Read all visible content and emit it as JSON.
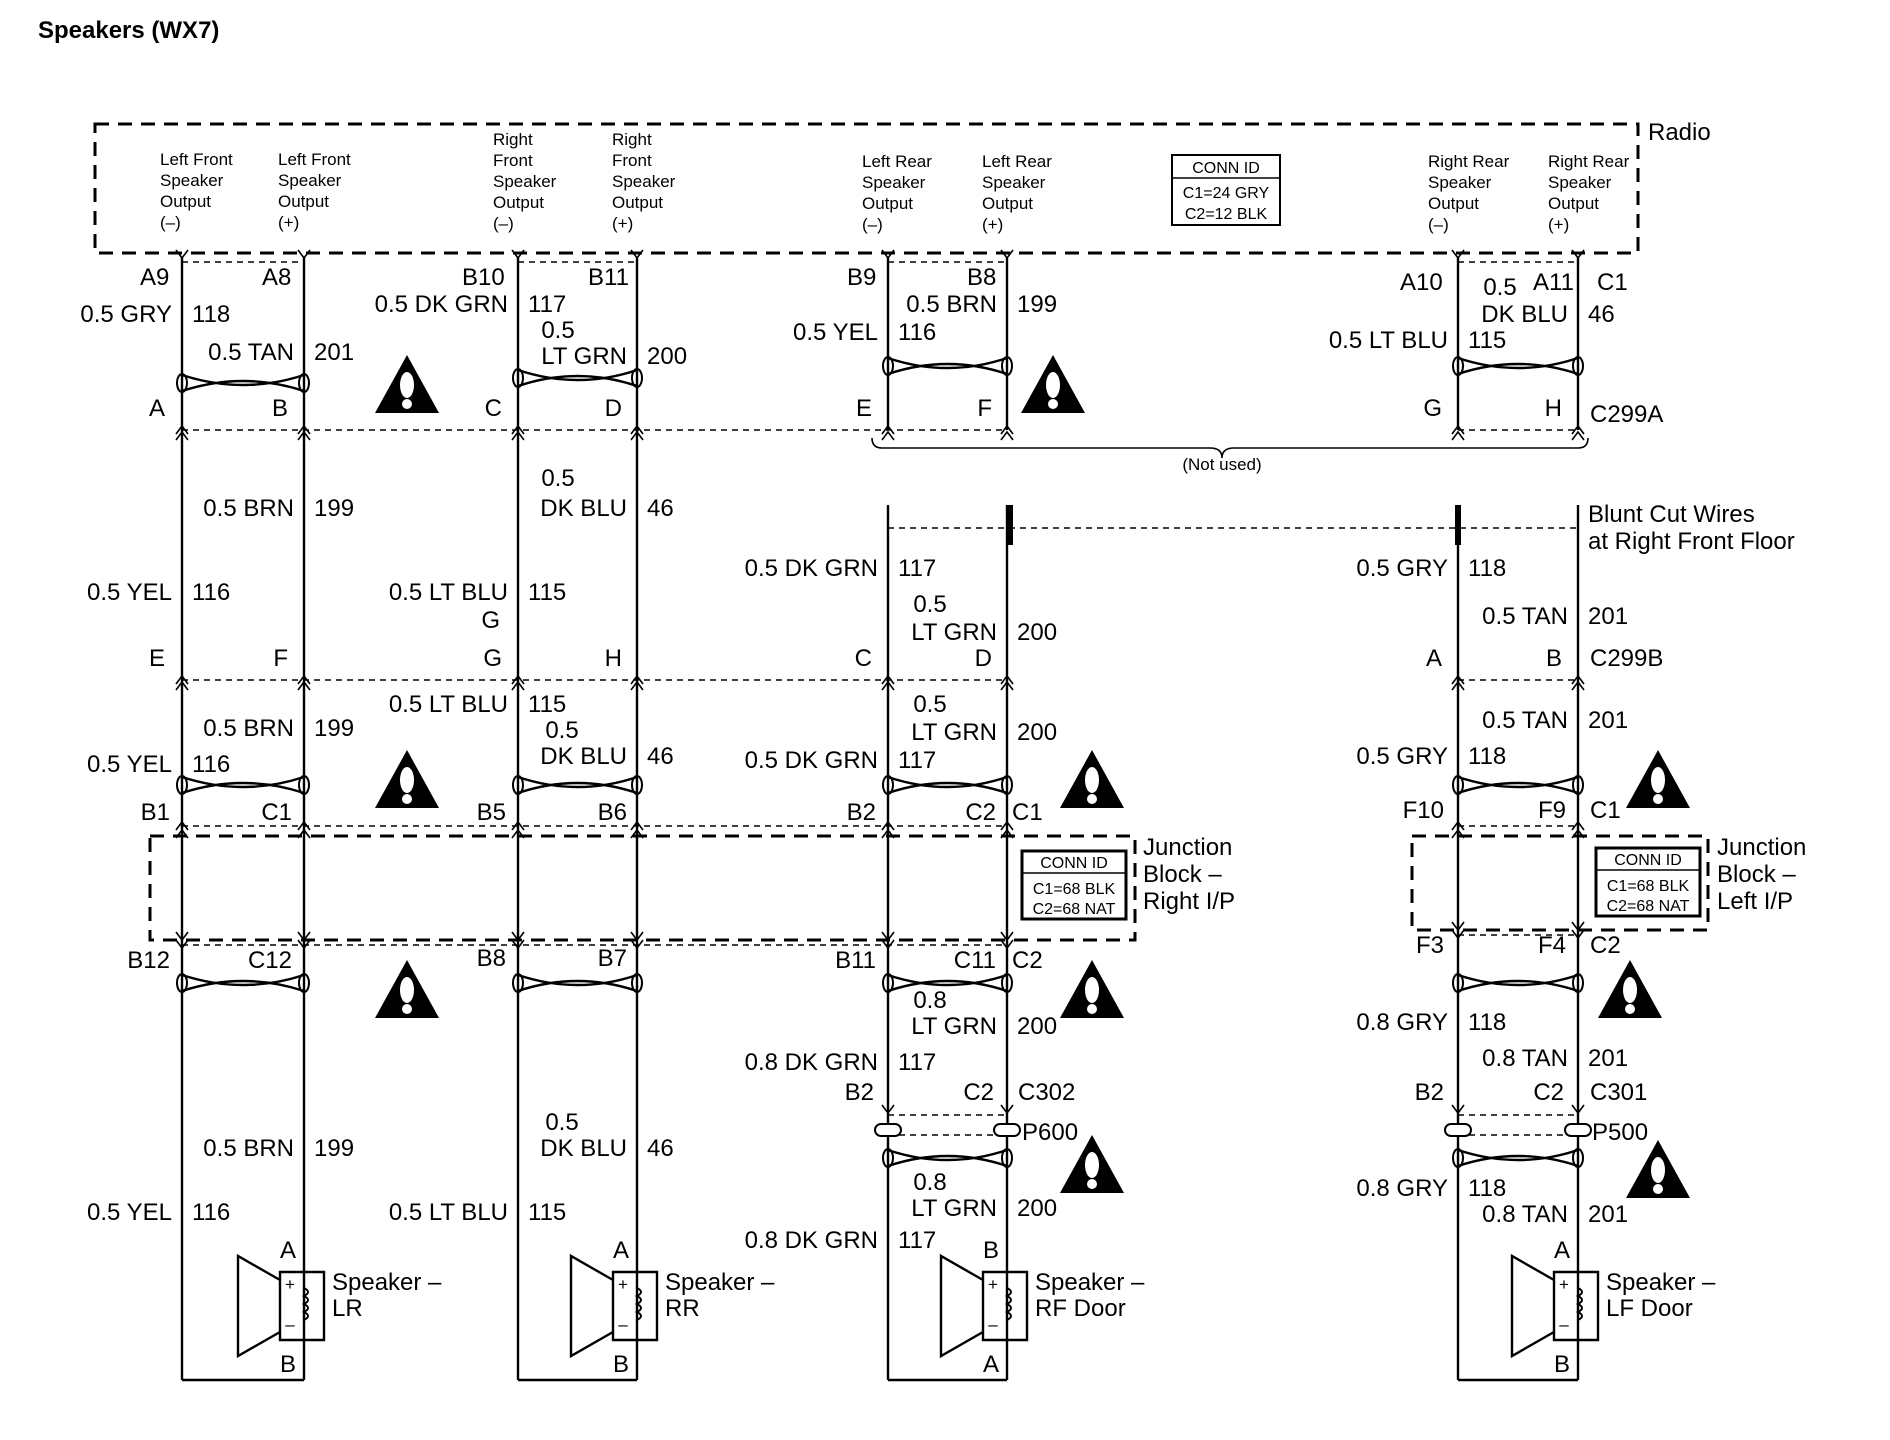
{
  "title": "Speakers (WX7)",
  "radio": {
    "label": "Radio",
    "outputs": [
      "Left Front Speaker Output (–)",
      "Left Front Speaker Output (+)",
      "Right Front Speaker Output (–)",
      "Right Front Speaker Output (+)",
      "Left Rear Speaker Output (–)",
      "Left Rear Speaker Output (+)",
      "Right Rear Speaker Output (–)",
      "Right Rear Speaker Output (+)"
    ],
    "conn_id": [
      "CONN ID",
      "C1=24 GRY",
      "C2=12 BLK"
    ]
  },
  "radio_pins": [
    "A9",
    "A8",
    "B10",
    "B11",
    "B9",
    "B8",
    "A10",
    "A11",
    "C1"
  ],
  "top_wires": [
    {
      "size": "0.5 GRY",
      "circuit": "118"
    },
    {
      "size": "0.5 TAN",
      "circuit": "201"
    },
    {
      "size": "0.5 DK GRN",
      "circuit": "117"
    },
    {
      "size": "0.5 LT GRN",
      "circuit": "200"
    },
    {
      "size": "0.5 YEL",
      "circuit": "116"
    },
    {
      "size": "0.5 BRN",
      "circuit": "199"
    },
    {
      "size": "0.5 LT BLU",
      "circuit": "115"
    },
    {
      "size": "0.5 DK BLU",
      "circuit": "46"
    }
  ],
  "c299a": {
    "label": "C299A",
    "pins": [
      "A",
      "B",
      "C",
      "D",
      "E",
      "F",
      "G",
      "H"
    ],
    "not_used": "(Not used)"
  },
  "mid_wires": [
    {
      "size": "0.5 BRN",
      "circuit": "199"
    },
    {
      "size": "0.5 DK BLU",
      "circuit": "46"
    },
    {
      "size": "0.5 YEL",
      "circuit": "116"
    },
    {
      "size": "0.5 LT BLU",
      "circuit": "115"
    },
    {
      "size": "0.5 DK GRN",
      "circuit": "117"
    },
    {
      "size": "0.5 LT GRN",
      "circuit": "200"
    },
    {
      "size": "0.5 GRY",
      "circuit": "118"
    },
    {
      "size": "0.5 TAN",
      "circuit": "201"
    }
  ],
  "blunt_cut": "Blunt Cut Wires at Right Front Floor",
  "c299b": {
    "label": "C299B",
    "pins": [
      "E",
      "F",
      "G",
      "H",
      "C",
      "D",
      "A",
      "B"
    ]
  },
  "jb_upper_wires": [
    {
      "size": "0.5 BRN",
      "circuit": "199"
    },
    {
      "size": "0.5 YEL",
      "circuit": "116"
    },
    {
      "size": "0.5 LT BLU",
      "circuit": "115"
    },
    {
      "size": "0.5 DK BLU",
      "circuit": "46"
    },
    {
      "size": "0.5 LT GRN",
      "circuit": "200"
    },
    {
      "size": "0.5 DK GRN",
      "circuit": "117"
    },
    {
      "size": "0.5 TAN",
      "circuit": "201"
    },
    {
      "size": "0.5 GRY",
      "circuit": "118"
    }
  ],
  "jb_upper_pins": [
    "B1",
    "C1",
    "B5",
    "B6",
    "B2",
    "C2",
    "C1",
    "F10",
    "F9",
    "C1"
  ],
  "jb_right": {
    "label": "Junction Block – Right I/P",
    "conn_id": [
      "CONN ID",
      "C1=68 BLK",
      "C2=68 NAT"
    ]
  },
  "jb_left": {
    "label": "Junction Block – Left I/P",
    "conn_id": [
      "CONN ID",
      "C1=68 BLK",
      "C2=68 NAT"
    ]
  },
  "jb_lower_pins": [
    "B12",
    "C12",
    "B8",
    "B7",
    "B11",
    "C11",
    "C2",
    "F3",
    "F4",
    "C2"
  ],
  "lower_wires": [
    {
      "size": "0.8 LT GRN",
      "circuit": "200"
    },
    {
      "size": "0.8 DK GRN",
      "circuit": "117"
    },
    {
      "size": "0.8 GRY",
      "circuit": "118"
    },
    {
      "size": "0.8 TAN",
      "circuit": "201"
    }
  ],
  "c302": {
    "label": "C302",
    "pins": [
      "B2",
      "C2"
    ],
    "p_label": "P600"
  },
  "c301": {
    "label": "C301",
    "pins": [
      "B2",
      "C2"
    ],
    "p_label": "P500"
  },
  "bottom_wires": [
    {
      "size": "0.5 BRN",
      "circuit": "199"
    },
    {
      "size": "0.5 YEL",
      "circuit": "116"
    },
    {
      "size": "0.5 DK BLU",
      "circuit": "46"
    },
    {
      "size": "0.5 LT BLU",
      "circuit": "115"
    },
    {
      "size": "0.8 LT GRN",
      "circuit": "200"
    },
    {
      "size": "0.8 DK GRN",
      "circuit": "117"
    },
    {
      "size": "0.8 GRY",
      "circuit": "118"
    },
    {
      "size": "0.8 TAN",
      "circuit": "201"
    }
  ],
  "speakers": [
    {
      "name": "Speaker – LR",
      "pins": [
        "A",
        "B"
      ]
    },
    {
      "name": "Speaker – RR",
      "pins": [
        "A",
        "B"
      ]
    },
    {
      "name": "Speaker – RF Door",
      "pins": [
        "B",
        "A"
      ]
    },
    {
      "name": "Speaker – LF Door",
      "pins": [
        "A",
        "B"
      ]
    }
  ],
  "speaker_polarity": [
    "+",
    "–"
  ]
}
